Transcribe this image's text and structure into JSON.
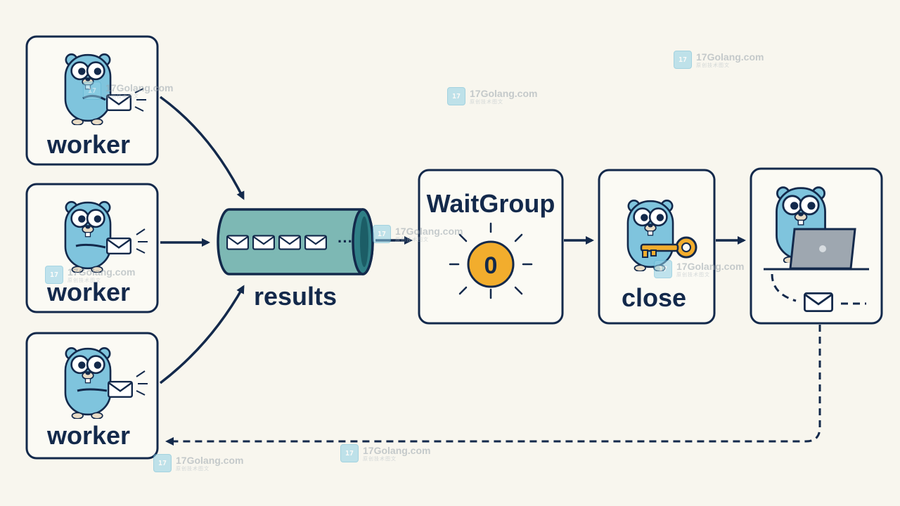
{
  "labels": {
    "worker": "worker",
    "channel": "results",
    "waitgroup": "WaitGroup",
    "counter": "0",
    "close": "close",
    "ellipsis": "···"
  },
  "watermark": {
    "site": "17Golang.com",
    "sub": "原创技术图文",
    "logo": "17"
  },
  "colors": {
    "background": "#f8f6ee",
    "stroke": "#13294b",
    "gopher": "#7fc4dd",
    "channel": "#7db8b4",
    "counter": "#f2ad2d"
  }
}
